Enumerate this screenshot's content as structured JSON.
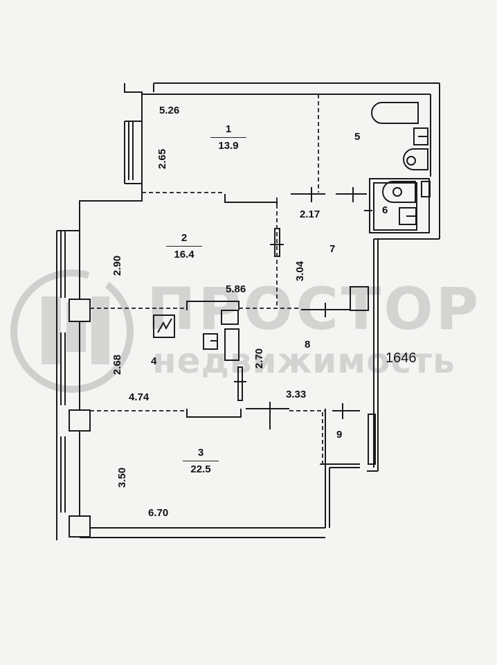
{
  "plan": {
    "rooms": [
      {
        "id": "1",
        "area": "13.9"
      },
      {
        "id": "2",
        "area": "16.4"
      },
      {
        "id": "3",
        "area": "22.5"
      },
      {
        "id": "4"
      },
      {
        "id": "5"
      },
      {
        "id": "6"
      },
      {
        "id": "7"
      },
      {
        "id": "8"
      },
      {
        "id": "9"
      }
    ],
    "dimensions": {
      "room1_width": "5.26",
      "room1_depth": "2.65",
      "room2_depth": "2.90",
      "room2_width": "5.86",
      "corridor_width": "2.17",
      "room7_depth": "3.04",
      "room4_depth": "2.68",
      "room4_width": "4.74",
      "room8_depth": "2.70",
      "room8_width": "3.33",
      "room3_depth": "3.50",
      "room3_width": "6.70"
    },
    "apartment_code": "1646"
  },
  "watermark": {
    "brand": "ПРОСТОР",
    "subtitle": "недвижимость"
  }
}
